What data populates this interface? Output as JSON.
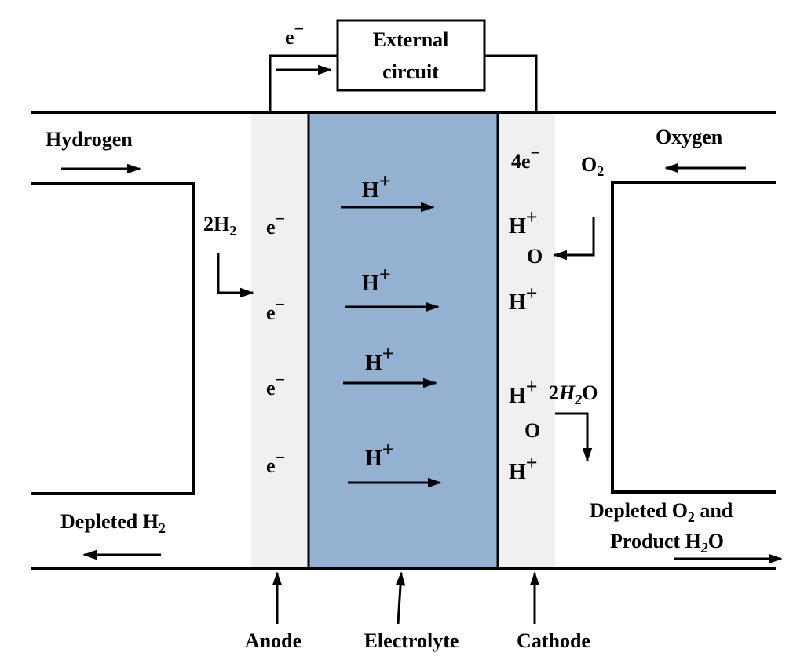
{
  "colors": {
    "electrolyte_fill": "#94b1d2",
    "electrode_fill": "#f0f0f0",
    "line": "#000000",
    "background": "#ffffff"
  },
  "circuit": {
    "electron": "e",
    "electron_charge": "−",
    "label_line1": "External",
    "label_line2": "circuit"
  },
  "inlets": {
    "hydrogen": "Hydrogen",
    "oxygen": "Oxygen"
  },
  "outlets": {
    "depleted_h2_prefix": "Depleted H",
    "depleted_h2_sub": "2",
    "depleted_o2_prefix": "Depleted O",
    "depleted_o2_sub": "2",
    "depleted_o2_suffix": " and",
    "product_prefix": "Product H",
    "product_sub": "2",
    "product_suffix": "O"
  },
  "anode_side": {
    "reactant_coef": "2H",
    "reactant_sub": "2",
    "electron": "e",
    "electron_charge": "−"
  },
  "electrolyte_side": {
    "ion": "H",
    "ion_charge": "+"
  },
  "cathode_side": {
    "electrons_count": "4e",
    "electrons_charge": "−",
    "oxygen": "O",
    "oxygen_sub": "2",
    "atom_o": "O",
    "ion": "H",
    "ion_charge": "+",
    "water_coef": "2",
    "water_h": "H",
    "water_sub": "2",
    "water_o": "O"
  },
  "layers": {
    "anode": "Anode",
    "electrolyte": "Electrolyte",
    "cathode": "Cathode"
  }
}
